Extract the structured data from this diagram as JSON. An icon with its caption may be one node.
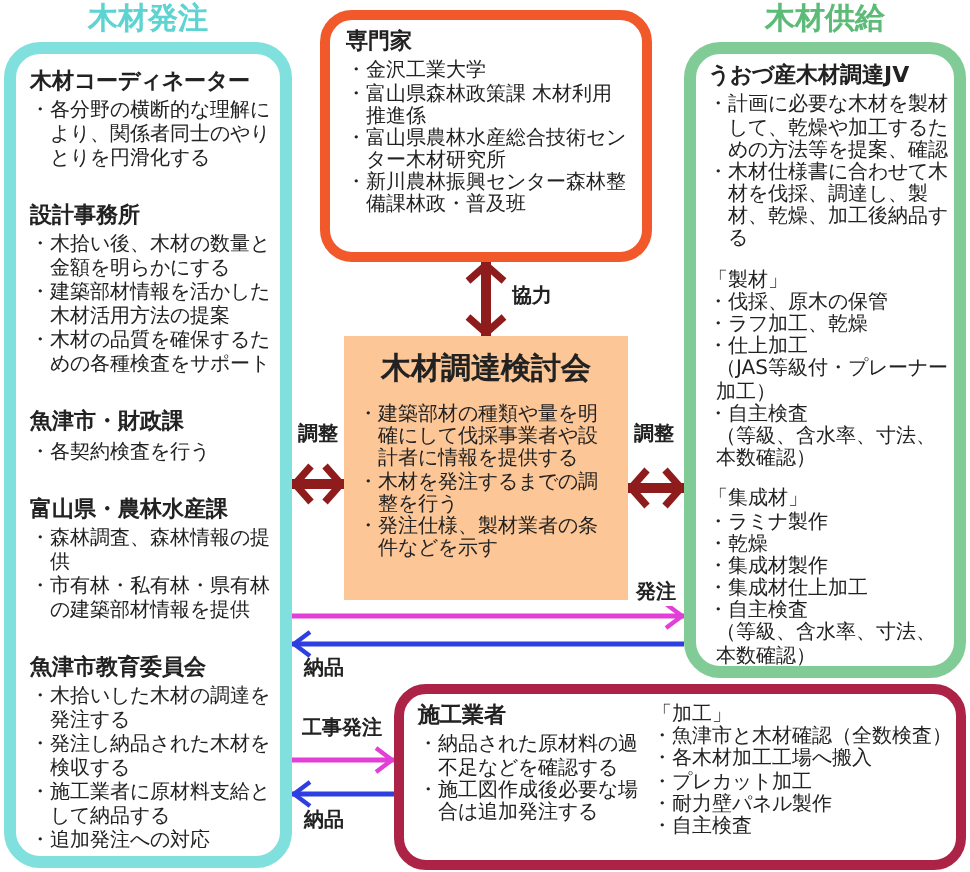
{
  "diagram": {
    "nodes": [
      {
        "text": [
          "木材発注",
          "木材コーディネーター",
          "・各分野の横断的な理解により、関係者同士のやりとりを円滑化する",
          "設計事務所",
          "・木拾い後、木材の数量と金額を明らかにする",
          "・建築部材情報を活かした木材活用方法の提案",
          "・木材の品質を確保するための各種検査をサポート",
          "魚津市・財政課",
          "・各契約検査を行う",
          "富山県・農林水産課",
          "・森林調査、森林情報の提供",
          "・市有林・私有林・県有林の建築部材情報を提供",
          "魚津市教育委員会",
          "・木拾いした木材の調達を発注する",
          "・発注し納品された木材を検収する",
          "・施工業者に原材料支給として納品する",
          "・追加発注への対応"
        ]
      },
      {
        "text": [
          "専門家",
          "・金沢工業大学",
          "・富山県森林政策課 木材利用推進係",
          "・富山県農林水産総合技術センター木材研究所",
          "・新川農林振興センター森林整備課林政・普及班"
        ]
      },
      {
        "text": [
          "木材調達検討会",
          "・建築部材の種類や量を明確にして伐採事業者や設計者に情報を提供する",
          "・木材を発注するまでの調整を行う",
          "・発注仕様、製材業者の条件などを示す"
        ]
      },
      {
        "text": [
          "木材供給",
          "うおづ産木材調達JV",
          "・計画に必要な木材を製材して、乾燥や加工するための方法等を提案、確認",
          "・木材仕様書に合わせて木材を伐採、調達し、製材、乾燥、加工後納品する",
          "「製材」",
          "・伐採、原木の保管",
          "・ラフ加工、乾燥",
          "・仕上加工",
          "（JAS等級付・プレーナー加工）",
          "・自主検査",
          "（等級、含水率、寸法、本数確認）",
          "「集成材」",
          "・ラミナ製作",
          "・乾燥",
          "・集成材製作",
          "・集成材仕上加工",
          "・自主検査",
          "（等級、含水率、寸法、本数確認）"
        ]
      },
      {
        "text": [
          "施工業者",
          "・納品された原材料の過不足などを確認する",
          "・施工図作成後必要な場合は追加発注する",
          "「加工」",
          "・魚津市と木材確認（全数検査）",
          "・各木材加工工場へ搬入",
          "・プレカット加工",
          "・耐力壁パネル製作",
          "・自主検査"
        ]
      }
    ],
    "edges": [
      {
        "from": 1,
        "to": 2,
        "arrow": "both",
        "label": "協力",
        "style": "thick"
      },
      {
        "from": 0,
        "to": 2,
        "arrow": "both",
        "label": "調整",
        "style": "thick"
      },
      {
        "from": 2,
        "to": 3,
        "arrow": "both",
        "label": "調整",
        "style": "thick"
      },
      {
        "from": 0,
        "to": 3,
        "arrow": "to",
        "label": "発注",
        "color": "#e23fd6"
      },
      {
        "from": 3,
        "to": 0,
        "arrow": "to",
        "label": "納品",
        "color": "#2d3fe0"
      },
      {
        "from": 0,
        "to": 4,
        "arrow": "to",
        "label": "工事発注",
        "color": "#e23fd6"
      },
      {
        "from": 4,
        "to": 0,
        "arrow": "to",
        "label": "納品",
        "color": "#2d3fe0"
      }
    ]
  }
}
